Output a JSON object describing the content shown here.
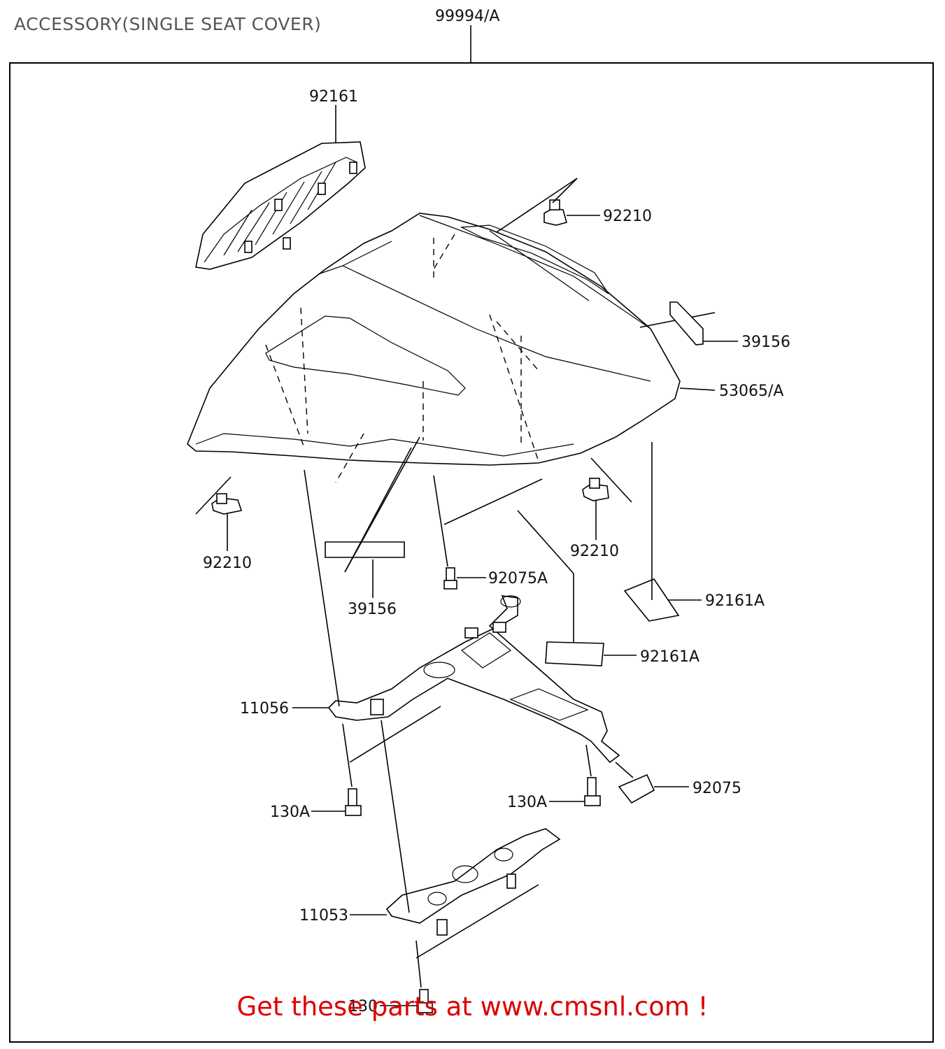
{
  "title": "ACCESSORY(SINGLE SEAT COVER)",
  "footer_text": "Get these parts at www.cmsnl.com !",
  "colors": {
    "footer": "#dd0000",
    "title": "#555555",
    "line": "#000000",
    "frame": "#000000"
  },
  "parts": {
    "assembly": "99994/A",
    "base_plate": "92161",
    "grommet_top": "92210",
    "pad_right": "39156",
    "seat_cover": "53065/A",
    "grommet_left": "92210",
    "grommet_right": "92210",
    "pad_center": "39156",
    "bolt_center": "92075A",
    "sheet_right": "92161A",
    "sheet_center": "92161A",
    "bracket": "11056",
    "tab": "92075",
    "bolt_left": "130A",
    "bolt_right": "130A",
    "lower_plate": "11053",
    "bolt_bottom": "130"
  }
}
